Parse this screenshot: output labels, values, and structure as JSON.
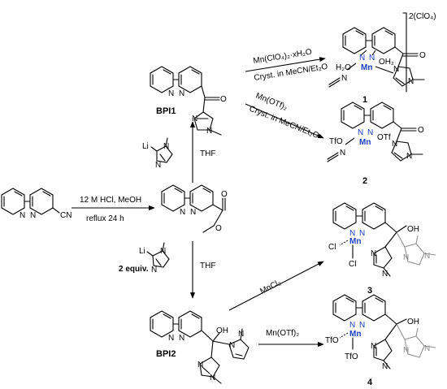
{
  "scheme": {
    "starting_material": {
      "substituent": "CN"
    },
    "steps": {
      "ester_formation": {
        "line1": "12 M HCl, MeOH",
        "line2": "reflux 24 h"
      },
      "bpi1_route": {
        "reagent_atoms": [
          "Li",
          "N",
          "N"
        ],
        "solvent": "THF"
      },
      "bpi2_route": {
        "reagent_atoms": [
          "Li",
          "N",
          "N"
        ],
        "equiv": "2 equiv.",
        "solvent": "THF"
      },
      "to_complex_1": {
        "reagent": "Mn(ClO₄)₂·xH₂O",
        "cryst": "Cryst. in MeCN/Et₂O"
      },
      "to_complex_2": {
        "reagent": "Mn(OTf)₂",
        "cryst": "Cryst. in MeCN/Et₂O"
      },
      "to_complex_3": {
        "reagent": "MnCl₂"
      },
      "to_complex_4": {
        "reagent": "Mn(OTf)₂"
      }
    },
    "ligands": {
      "bpi1": "BPI1",
      "bpi2": "BPI2"
    },
    "complexes": {
      "c1": {
        "number": "1",
        "charge": "2(ClO₄)",
        "metal": "Mn",
        "ligand_a": "H₂O",
        "ligand_b": "OH₂"
      },
      "c2": {
        "number": "2",
        "metal": "Mn",
        "ligand_a": "TfO",
        "ligand_b": "OTf"
      },
      "c3": {
        "number": "3",
        "metal": "Mn",
        "ligand_a": "Cl",
        "ligand_b": "Cl"
      },
      "c4": {
        "number": "4",
        "metal": "Mn",
        "ligand_a": "TfO",
        "ligand_b": "TfO"
      }
    },
    "atoms": {
      "nitrogen": "N",
      "oxygen": "O",
      "hydroxyl": "OH",
      "lithium": "Li"
    }
  }
}
